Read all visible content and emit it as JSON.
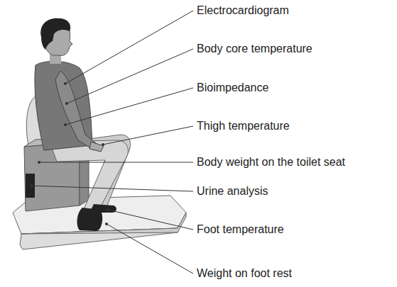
{
  "diagram": {
    "labels": [
      "Electrocardiogram",
      "Body core temperature",
      "Bioimpedance",
      "Thigh temperature",
      "Body weight on the toilet seat",
      "Urine analysis",
      "Foot temperature",
      "Weight on foot rest"
    ]
  }
}
